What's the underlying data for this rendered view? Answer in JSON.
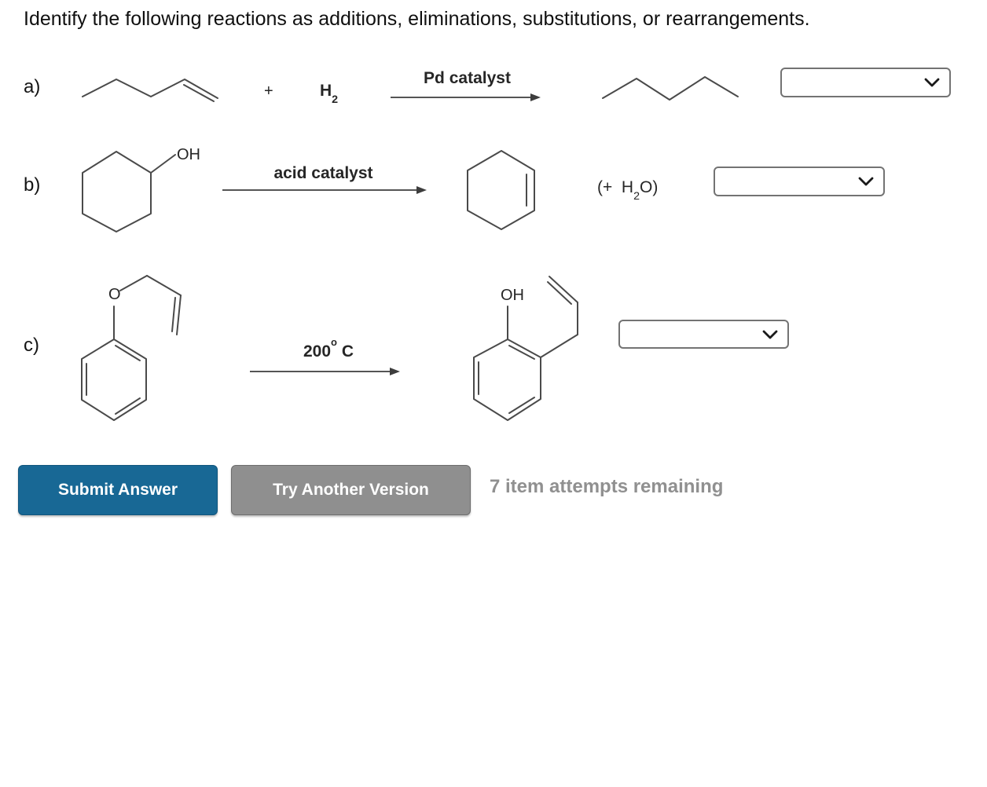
{
  "title": "Identify the following reactions as additions, eliminations, substitutions, or rearrangements.",
  "reactions": {
    "a": {
      "label": "a)",
      "plus": "+",
      "reagent": {
        "base": "H",
        "sub": "2"
      },
      "arrow_label": "Pd catalyst"
    },
    "b": {
      "label": "b)",
      "reactant_oh": "OH",
      "arrow_label": "acid catalyst",
      "byproduct": {
        "pre": "(+  H",
        "sub": "2",
        "post": "O)"
      }
    },
    "c": {
      "label": "c)",
      "reactant_o": "O",
      "product_oh": "OH",
      "arrow_label": {
        "base": "200",
        "sup": "o",
        "post": " C"
      }
    }
  },
  "dropdowns": {
    "a": {
      "selected": ""
    },
    "b": {
      "selected": ""
    },
    "c": {
      "selected": ""
    }
  },
  "buttons": {
    "submit": "Submit Answer",
    "try_another": "Try Another Version"
  },
  "status": {
    "attempts": "7 item attempts remaining"
  },
  "icons": {
    "dropdown": "chevron-down-icon"
  },
  "colors": {
    "submit_bg": "#186895",
    "try_another_bg": "#8f8f8f",
    "status_text": "#909090",
    "structure_line": "#4a4a4a",
    "dropdown_border": "#737373"
  }
}
